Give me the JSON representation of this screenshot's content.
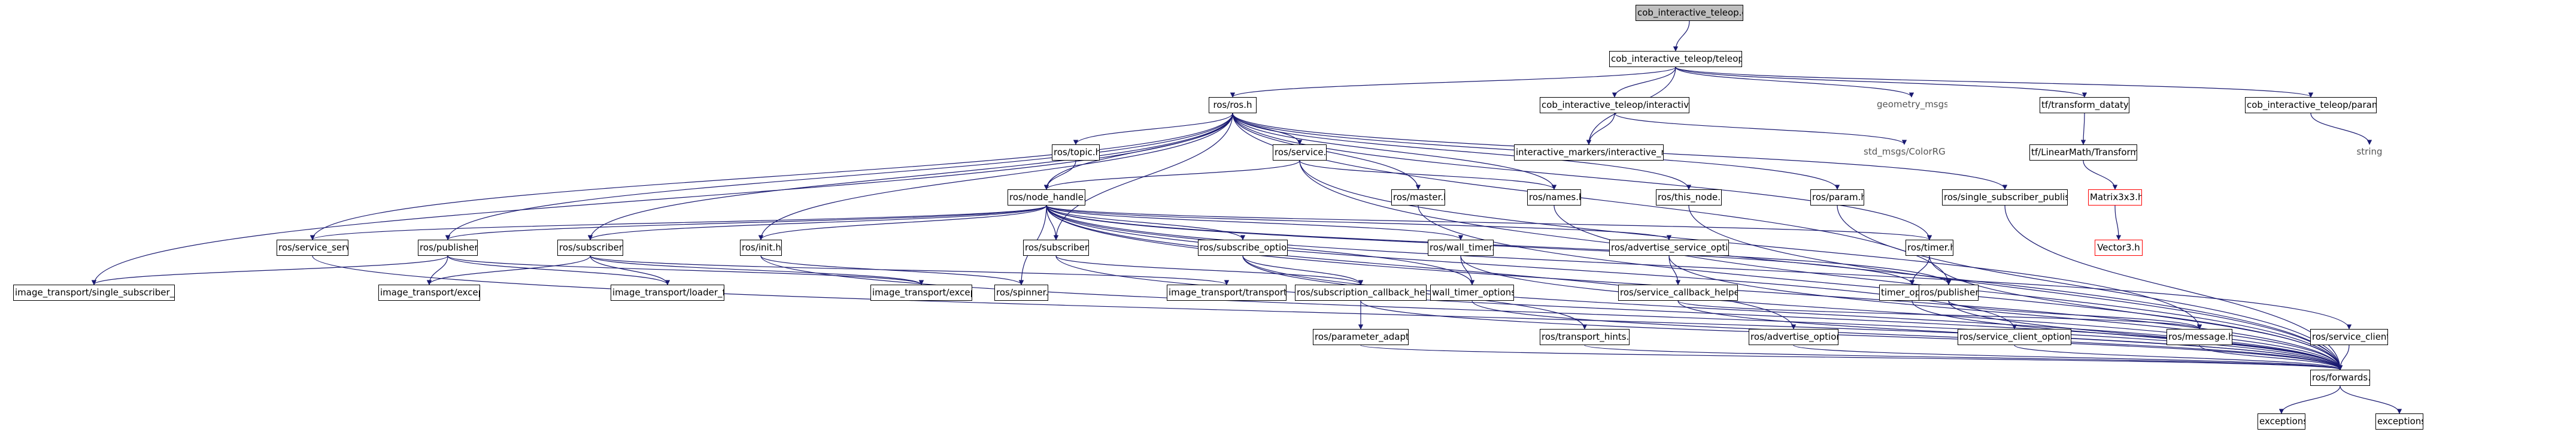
{
  "nodes": {
    "root": "cob_interactive_teleop.cpp",
    "marker": "cob_interactive_teleop/teleop_cob_marker.h",
    "rosros": "ros/ros.h",
    "imtools": "cob_interactive_teleop/interactive_markers_tools.h",
    "geomtwist": "geometry_msgs/Twist.h",
    "tfdt": "tf/transform_datatypes.h",
    "paramlist": "cob_interactive_teleop/parameters_list.h",
    "topic": "ros/topic.h",
    "service": "ros/service.h",
    "imserver": "interactive_markers/interactive_marker_server.h",
    "colorrgba": "std_msgs/ColorRGBA.h",
    "lmtransform": "tf/LinearMath/Transform.h",
    "string": "string",
    "nodehandle": "ros/node_handle.h",
    "master": "ros/master.h",
    "names": "ros/names.h",
    "thisnode": "ros/this_node.h",
    "param": "ros/param.h",
    "single_sp": "ros/single_subscriber_publisher.h",
    "matrix3x3": "Matrix3x3.h",
    "servicesrv": "ros/service_server.h",
    "publisherA": "ros/publisher.h",
    "subscriberA": "ros/subscriber.h",
    "init": "ros/init.h",
    "subscriberB": "ros/subscriber.h",
    "subscribeopts": "ros/subscribe_options.h",
    "walltimer": "ros/wall_timer.h",
    "advsrvopts": "ros/advertise_service_options.h",
    "timer": "ros/timer.h",
    "vector3": "Vector3.h",
    "it_ssp": "image_transport/single_subscriber_publisher.h",
    "it_exc1": "image_transport/exception.h",
    "it_loader": "image_transport/loader_fwds.h",
    "it_exc2": "image_transport/exception.h",
    "spinner": "ros/spinner.h",
    "it_hints": "image_transport/transport_hints.h",
    "subcbhelper": "ros/subscription_callback_helper.h",
    "walltimeropts": "wall_timer_options.h",
    "srvcbhelper": "ros/service_callback_helper.h",
    "timeropts": "timer_options.h",
    "publisherB": "ros/publisher.h",
    "paramadapter": "ros/parameter_adapter.h",
    "transporthints": "ros/transport_hints.h",
    "advopts": "ros/advertise_options.h",
    "srvclientopts": "ros/service_client_options.h",
    "message": "ros/message.h",
    "srvclient": "ros/service_client.h",
    "forwards": "ros/forwards.h",
    "exceptionsA": "exceptions.h",
    "exceptionsB": "exceptions.h"
  },
  "colors": {
    "edge": "#191970",
    "border": "#000000",
    "root_fill": "#bfbfbf",
    "missing_border": "#ff0000",
    "plain_text": "#555555"
  }
}
